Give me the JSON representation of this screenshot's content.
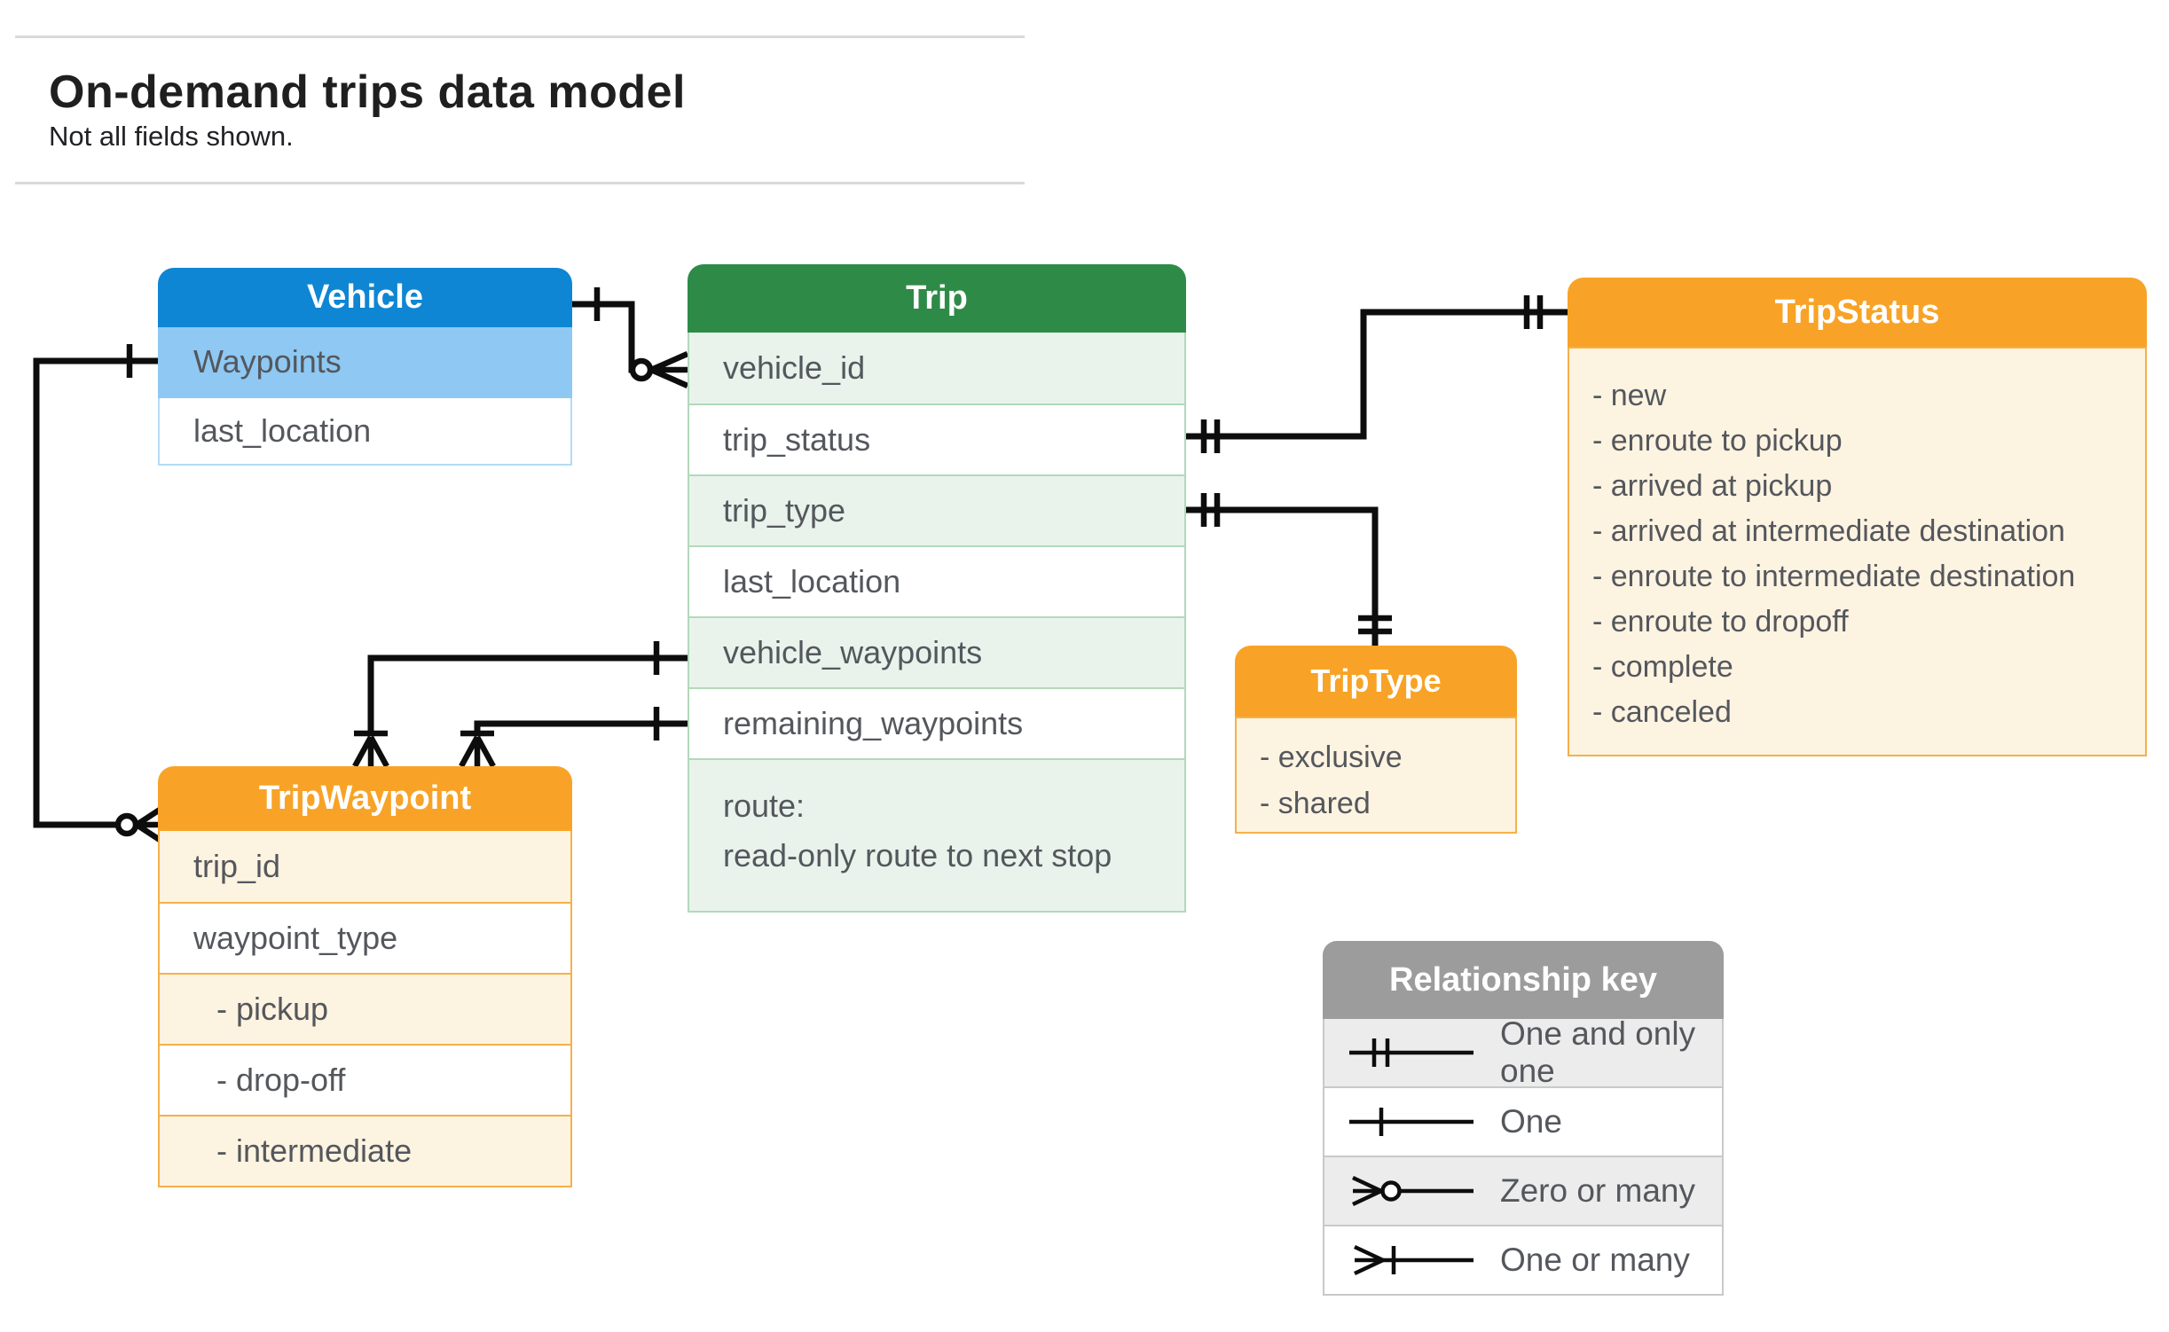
{
  "header": {
    "title": "On-demand trips data model",
    "subtitle": "Not all fields shown."
  },
  "entities": {
    "vehicle": {
      "title": "Vehicle",
      "fields": [
        {
          "label": "Waypoints",
          "highlight": true
        },
        {
          "label": "last_location",
          "highlight": false
        }
      ]
    },
    "trip": {
      "title": "Trip",
      "fields": [
        {
          "label": "vehicle_id"
        },
        {
          "label": "trip_status"
        },
        {
          "label": "trip_type"
        },
        {
          "label": "last_location"
        },
        {
          "label": "vehicle_waypoints"
        },
        {
          "label": "remaining_waypoints"
        }
      ],
      "route": {
        "title": "route:",
        "desc": "read-only route to next stop"
      }
    },
    "tripStatus": {
      "title": "TripStatus",
      "values": [
        {
          "label": "- new"
        },
        {
          "label": "- enroute to pickup"
        },
        {
          "label": "- arrived at pickup"
        },
        {
          "label": "- arrived at intermediate destination"
        },
        {
          "label": "- enroute to intermediate destination"
        },
        {
          "label": "- enroute to dropoff"
        },
        {
          "label": "- complete"
        },
        {
          "label": "- canceled"
        }
      ]
    },
    "tripType": {
      "title": "TripType",
      "values": [
        {
          "label": "- exclusive"
        },
        {
          "label": "- shared"
        }
      ]
    },
    "tripWaypoint": {
      "title": "TripWaypoint",
      "fields": [
        {
          "label": "trip_id",
          "indent": false
        },
        {
          "label": "waypoint_type",
          "indent": false
        },
        {
          "label": "- pickup",
          "indent": true
        },
        {
          "label": "- drop-off",
          "indent": true
        },
        {
          "label": "- intermediate",
          "indent": true
        }
      ]
    }
  },
  "legend": {
    "title": "Relationship key",
    "rows": [
      {
        "symbol": "one-and-only-one",
        "label": "One and only one"
      },
      {
        "symbol": "one",
        "label": "One"
      },
      {
        "symbol": "zero-or-many",
        "label": "Zero or many"
      },
      {
        "symbol": "one-or-many",
        "label": "One or many"
      }
    ]
  },
  "relationships": [
    {
      "from": "Vehicle",
      "to": "Trip.vehicle_id",
      "from_cardinality": "one",
      "to_cardinality": "zero-or-many"
    },
    {
      "from": "Vehicle.Waypoints",
      "to": "TripWaypoint",
      "from_cardinality": "one",
      "to_cardinality": "zero-or-many"
    },
    {
      "from": "Trip.vehicle_waypoints",
      "to": "TripWaypoint",
      "from_cardinality": "one",
      "to_cardinality": "one-or-many"
    },
    {
      "from": "Trip.remaining_waypoints",
      "to": "TripWaypoint",
      "from_cardinality": "one",
      "to_cardinality": "one-or-many"
    },
    {
      "from": "Trip.trip_status",
      "to": "TripStatus",
      "from_cardinality": "one-and-only-one",
      "to_cardinality": "one-and-only-one"
    },
    {
      "from": "Trip.trip_type",
      "to": "TripType",
      "from_cardinality": "one-and-only-one",
      "to_cardinality": "one-and-only-one"
    }
  ],
  "colors": {
    "blue": "#0e86d3",
    "light_blue": "#8ec8f3",
    "blue_border": "#b5daf6",
    "green": "#2e8b47",
    "light_green": "#e9f3ec",
    "green_border": "#b2d9bb",
    "orange": "#f8a327",
    "cream": "#fdf3e1",
    "orange_border": "#f4b14a",
    "gray": "#9c9c9c",
    "light_gray": "#ececec",
    "gray_border": "#c9c9c9",
    "row_text": "#54575c",
    "line": "#0d0d0d"
  }
}
